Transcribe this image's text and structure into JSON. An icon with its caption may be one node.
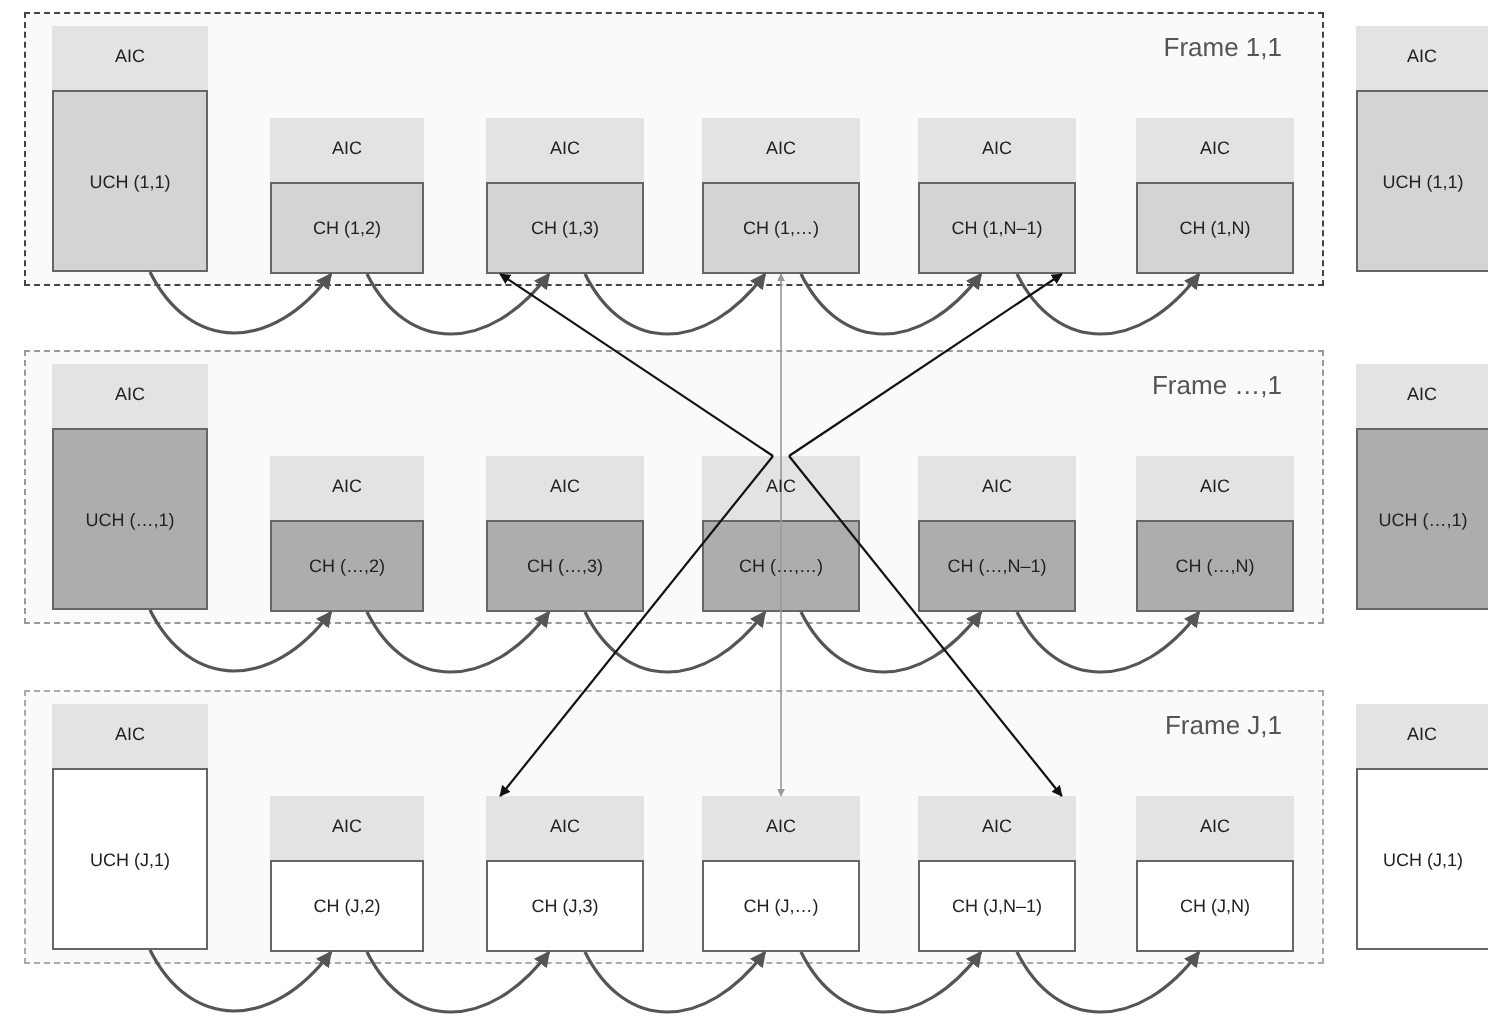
{
  "diagram": {
    "nodes": [
      {
        "text": [
          "Frame 1,1"
        ]
      },
      {
        "text": [
          "AIC",
          "UCH (1,1)"
        ],
        "in": 0
      },
      {
        "text": [
          "AIC",
          "CH (1,2)"
        ],
        "in": 0
      },
      {
        "text": [
          "AIC",
          "CH (1,3)"
        ],
        "in": 0
      },
      {
        "text": [
          "AIC",
          "CH (1,…)"
        ],
        "in": 0
      },
      {
        "text": [
          "AIC",
          "CH (1,N–1)"
        ],
        "in": 0
      },
      {
        "text": [
          "AIC",
          "CH (1,N)"
        ],
        "in": 0
      },
      {
        "text": [
          "Frame …,1"
        ]
      },
      {
        "text": [
          "AIC",
          "UCH (…,1)"
        ],
        "in": 7
      },
      {
        "text": [
          "AIC",
          "CH (…,2)"
        ],
        "in": 7
      },
      {
        "text": [
          "AIC",
          "CH (…,3)"
        ],
        "in": 7
      },
      {
        "text": [
          "AIC",
          "CH (…,…)"
        ],
        "in": 7
      },
      {
        "text": [
          "AIC",
          "CH (…,N–1)"
        ],
        "in": 7
      },
      {
        "text": [
          "AIC",
          "CH (…,N)"
        ],
        "in": 7
      },
      {
        "text": [
          "Frame J,1"
        ]
      },
      {
        "text": [
          "AIC",
          "UCH (J,1)"
        ],
        "in": 14
      },
      {
        "text": [
          "AIC",
          "CH (J,2)"
        ],
        "in": 14
      },
      {
        "text": [
          "AIC",
          "CH (J,3)"
        ],
        "in": 14
      },
      {
        "text": [
          "AIC",
          "CH (J,…)"
        ],
        "in": 14
      },
      {
        "text": [
          "AIC",
          "CH (J,N–1)"
        ],
        "in": 14
      },
      {
        "text": [
          "AIC",
          "CH (J,N)"
        ],
        "in": 14
      },
      {
        "text": [
          "AIC",
          "UCH (1,1)"
        ]
      },
      {
        "text": [
          "AIC",
          "UCH (…,1)"
        ]
      },
      {
        "text": [
          "AIC",
          "UCH (J,1)"
        ]
      }
    ],
    "edges": [
      {
        "from": 1,
        "to": 2,
        "arrow": "to"
      },
      {
        "from": 2,
        "to": 3,
        "arrow": "to"
      },
      {
        "from": 3,
        "to": 4,
        "arrow": "to"
      },
      {
        "from": 4,
        "to": 5,
        "arrow": "to"
      },
      {
        "from": 5,
        "to": 6,
        "arrow": "to"
      },
      {
        "from": 8,
        "to": 9,
        "arrow": "to"
      },
      {
        "from": 9,
        "to": 10,
        "arrow": "to"
      },
      {
        "from": 10,
        "to": 11,
        "arrow": "to"
      },
      {
        "from": 11,
        "to": 12,
        "arrow": "to"
      },
      {
        "from": 12,
        "to": 13,
        "arrow": "to"
      },
      {
        "from": 15,
        "to": 16,
        "arrow": "to"
      },
      {
        "from": 16,
        "to": 17,
        "arrow": "to"
      },
      {
        "from": 17,
        "to": 18,
        "arrow": "to"
      },
      {
        "from": 18,
        "to": 19,
        "arrow": "to"
      },
      {
        "from": 19,
        "to": 20,
        "arrow": "to"
      },
      {
        "from": 11,
        "to": 3,
        "arrow": "to",
        "color": "#111111"
      },
      {
        "from": 11,
        "to": 4,
        "arrow": "to",
        "color": "#999999"
      },
      {
        "from": 11,
        "to": 5,
        "arrow": "to",
        "color": "#111111"
      },
      {
        "from": 11,
        "to": 17,
        "arrow": "to",
        "color": "#111111"
      },
      {
        "from": 11,
        "to": 18,
        "arrow": "to",
        "color": "#999999"
      },
      {
        "from": 11,
        "to": 19,
        "arrow": "to",
        "color": "#111111"
      }
    ]
  }
}
